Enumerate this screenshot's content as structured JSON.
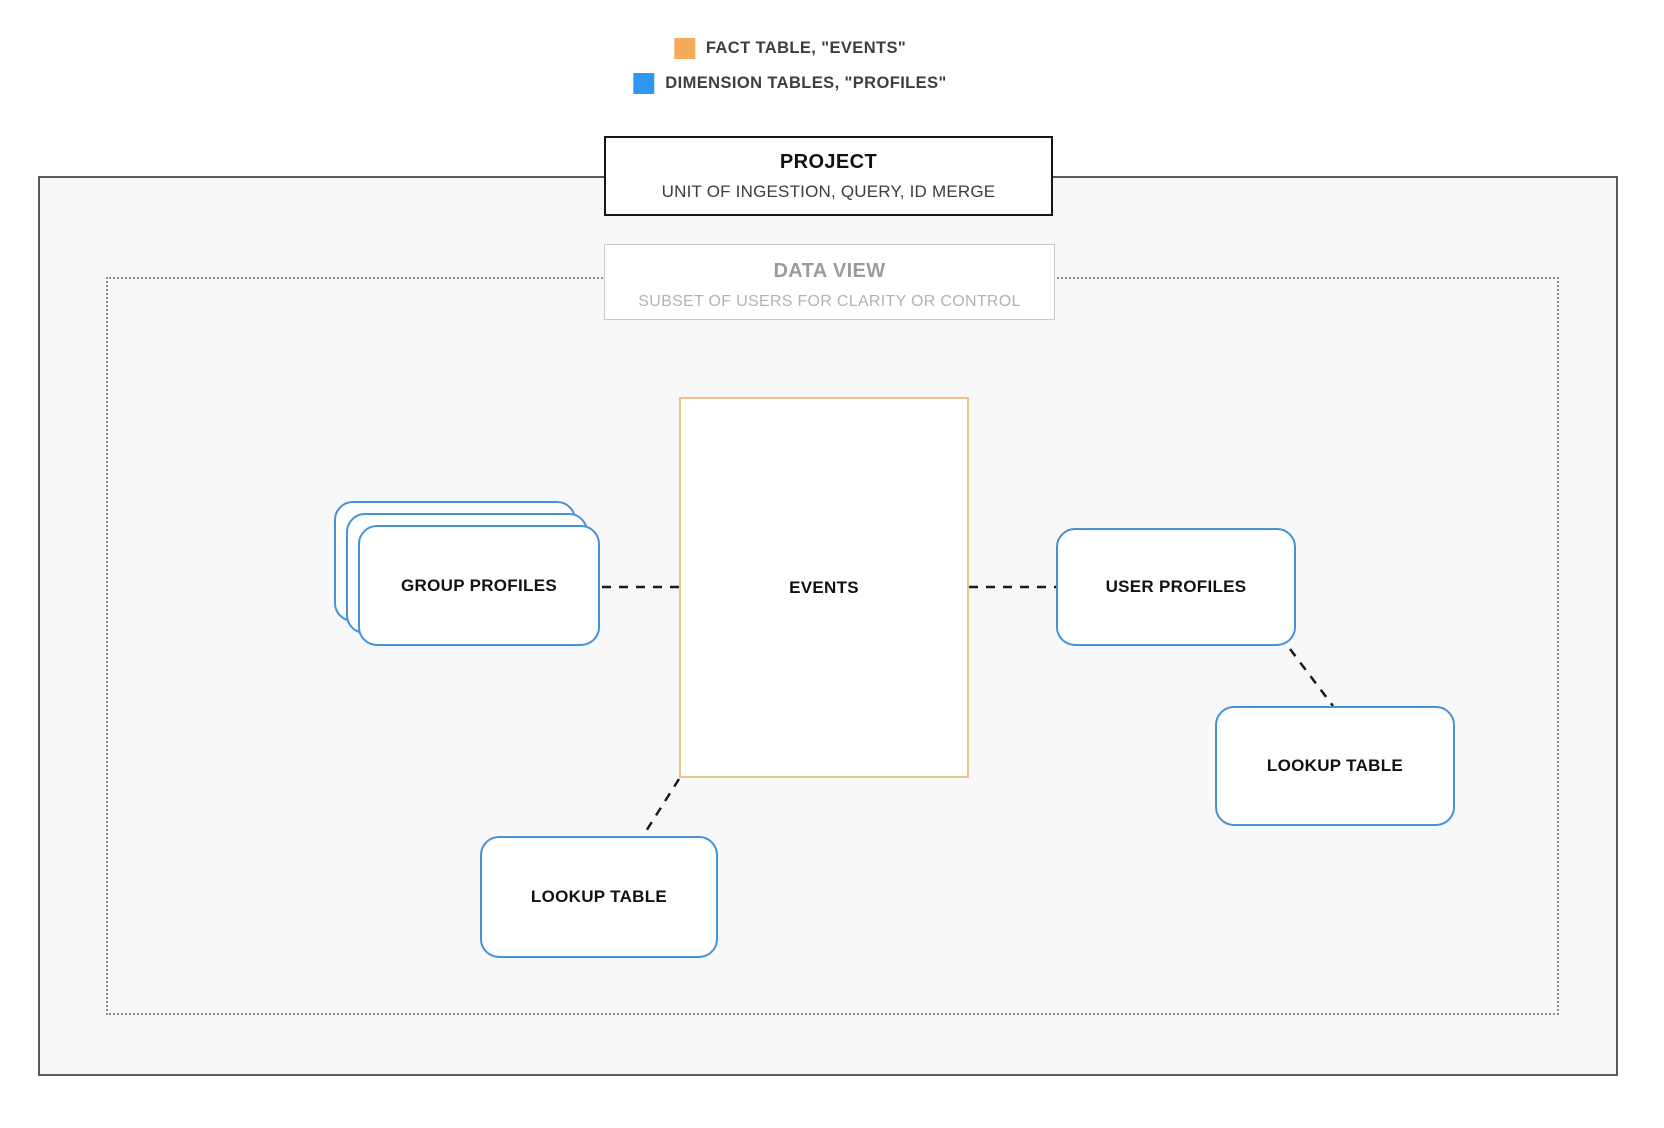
{
  "legend": {
    "items": [
      {
        "id": "fact",
        "label": "FACT TABLE, \"EVENTS\"",
        "color": "#f6ab5c"
      },
      {
        "id": "dimension",
        "label": "DIMENSION TABLES, \"PROFILES\"",
        "color": "#2e97ef"
      }
    ]
  },
  "project": {
    "title": "PROJECT",
    "subtitle": "UNIT OF INGESTION, QUERY, ID MERGE"
  },
  "data_view": {
    "title": "DATA VIEW",
    "subtitle": "SUBSET OF USERS FOR CLARITY OR CONTROL"
  },
  "nodes": {
    "events": {
      "label": "EVENTS",
      "type": "fact"
    },
    "group_profiles": {
      "label": "GROUP PROFILES",
      "type": "dimension",
      "stacked": true
    },
    "user_profiles": {
      "label": "USER PROFILES",
      "type": "dimension"
    },
    "lookup_bottom": {
      "label": "LOOKUP TABLE",
      "type": "dimension"
    },
    "lookup_right": {
      "label": "LOOKUP TABLE",
      "type": "dimension"
    }
  },
  "connections": [
    {
      "from": "group_profiles",
      "to": "events",
      "style": "dashed"
    },
    {
      "from": "events",
      "to": "user_profiles",
      "style": "dashed"
    },
    {
      "from": "events",
      "to": "lookup_bottom",
      "style": "dashed"
    },
    {
      "from": "user_profiles",
      "to": "lookup_right",
      "style": "dashed"
    }
  ],
  "colors": {
    "fact_swatch": "#f6ab5c",
    "dimension_swatch": "#2e97ef",
    "fact_border": "#ebc48d",
    "dimension_border": "#4493d9",
    "connector": "#1b1b1b"
  }
}
